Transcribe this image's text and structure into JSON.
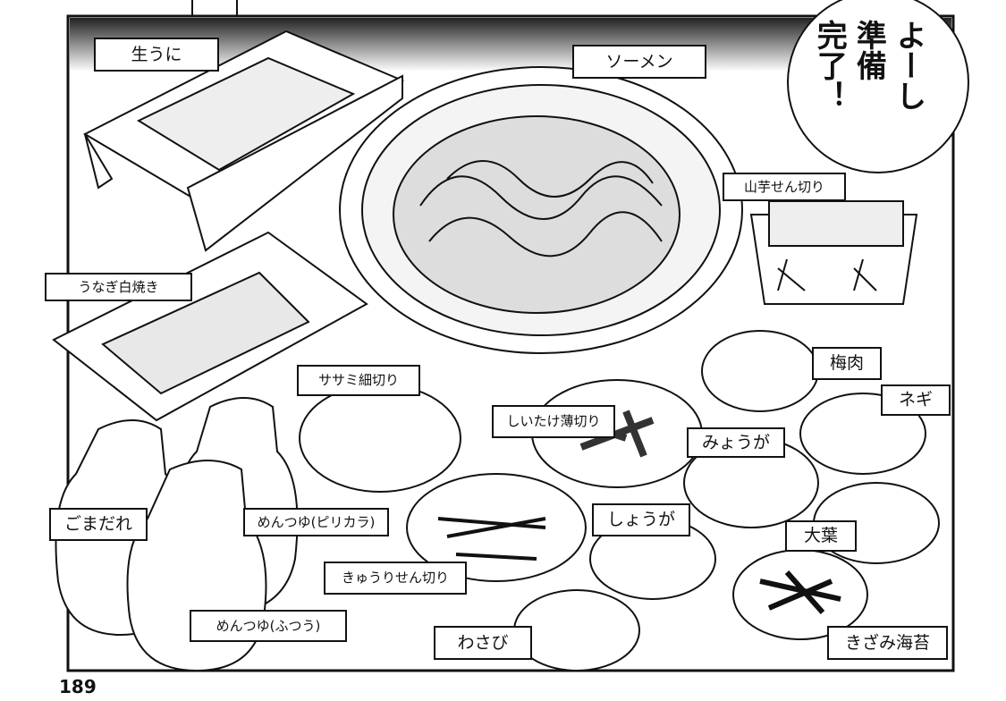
{
  "speech_bubble": {
    "lines": [
      "よーし",
      "準備",
      "完了！"
    ]
  },
  "labels": {
    "sea_urchin": "生うに",
    "somen": "ソーメン",
    "yam": "山芋せん切り",
    "eel": "うなぎ白焼き",
    "plum": "梅肉",
    "chicken": "ササミ細切り",
    "leek": "ネギ",
    "shiitake": "しいたけ薄切り",
    "myoga": "みょうが",
    "sesame_sauce": "ごまだれ",
    "mentsuyu_spicy": "めんつゆ(ピリカラ)",
    "ginger": "しょうが",
    "shiso": "大葉",
    "cucumber": "きゅうりせん切り",
    "mentsuyu_regular": "めんつゆ(ふつう)",
    "wasabi": "わさび",
    "nori": "きざみ海苔"
  },
  "page_number": "189"
}
